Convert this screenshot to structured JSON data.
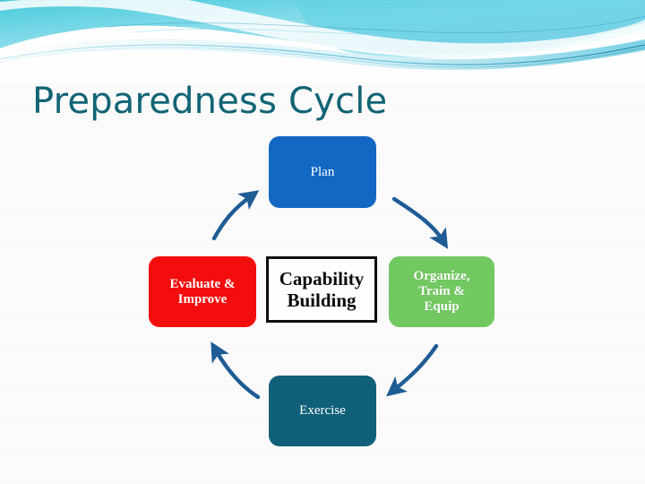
{
  "slide": {
    "title": "Preparedness Cycle",
    "background_color": "#fbfbfb",
    "title_color": "#126475"
  },
  "header": {
    "banner_name": "wave-banner",
    "colors": {
      "cyan": "#4ecfe0",
      "light_cyan": "#9fe4ef",
      "blue": "#7fc4e8",
      "deep_teal": "#2aa8c4",
      "white": "#ffffff"
    }
  },
  "diagram": {
    "type": "cycle",
    "direction": "clockwise",
    "center": {
      "label": "Capability Building",
      "line1": "Capability",
      "line2": "Building",
      "fill": "#ffffff",
      "border": "#0d0d0d",
      "text_color": "#0a0a0a"
    },
    "nodes": [
      {
        "id": "plan",
        "label": "Plan",
        "lines": [
          "Plan"
        ],
        "fill": "#1368c4",
        "text_color": "#ffffff",
        "position": "top"
      },
      {
        "id": "organize-train-equip",
        "label": "Organize, Train & Equip",
        "lines": [
          "Organize,",
          "Train &",
          "Equip"
        ],
        "fill": "#72c861",
        "text_color": "#ffffff",
        "position": "right"
      },
      {
        "id": "exercise",
        "label": "Exercise",
        "lines": [
          "Exercise"
        ],
        "fill": "#10607a",
        "text_color": "#ffffff",
        "position": "bottom"
      },
      {
        "id": "evaluate-improve",
        "label": "Evaluate & Improve",
        "lines": [
          "Evaluate &",
          "Improve"
        ],
        "fill": "#f40d0d",
        "text_color": "#ffffff",
        "position": "left"
      }
    ],
    "arrows": [
      {
        "id": "plan-to-organize",
        "from": "plan",
        "to": "organize-train-equip",
        "color": "#1f5c96"
      },
      {
        "id": "organize-to-exercise",
        "from": "organize-train-equip",
        "to": "exercise",
        "color": "#1f5c96"
      },
      {
        "id": "exercise-to-evaluate",
        "from": "exercise",
        "to": "evaluate-improve",
        "color": "#1f5c96"
      },
      {
        "id": "evaluate-to-plan",
        "from": "evaluate-improve",
        "to": "plan",
        "color": "#1f5c96"
      }
    ]
  }
}
